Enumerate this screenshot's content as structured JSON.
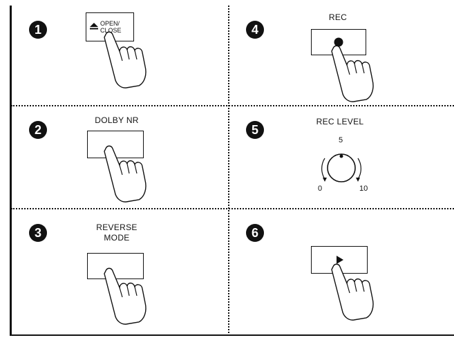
{
  "steps": [
    {
      "number": "1",
      "label": "OPEN/ CLOSE"
    },
    {
      "number": "2",
      "label": "DOLBY NR"
    },
    {
      "number": "3",
      "label_line1": "REVERSE",
      "label_line2": "MODE"
    },
    {
      "number": "4",
      "label": "REC"
    },
    {
      "number": "5",
      "label": "REC LEVEL",
      "dial": {
        "top": "5",
        "left": "0",
        "right": "10"
      }
    },
    {
      "number": "6",
      "label": ""
    }
  ],
  "eject_button": {
    "line1": "OPEN/",
    "line2": "CLOSE"
  },
  "icons": [
    "eject-icon",
    "record-dot-icon",
    "play-icon",
    "pointing-hand-icon"
  ]
}
